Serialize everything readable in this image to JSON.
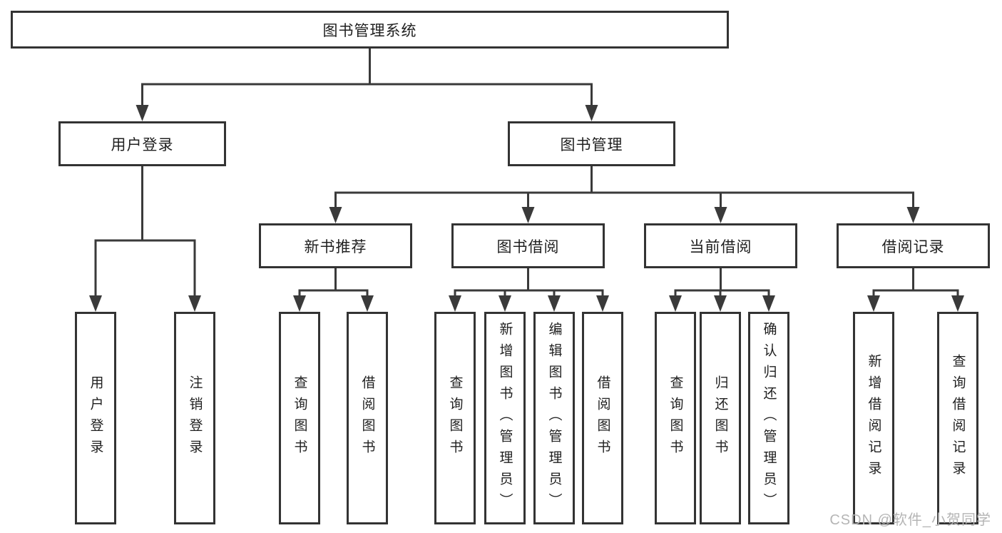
{
  "nodes": {
    "root": "图书管理系统",
    "user_login": "用户登录",
    "book_mgmt": "图书管理",
    "new_book": "新书推荐",
    "book_borrow": "图书借阅",
    "current_borrow": "当前借阅",
    "borrow_record": "借阅记录",
    "leaf_user_login": "用户登录",
    "leaf_logout": "注销登录",
    "leaf_nb_query": "查询图书",
    "leaf_nb_borrow": "借阅图书",
    "leaf_bb_query": "查询图书",
    "leaf_bb_add": "新增图书（管理员）",
    "leaf_bb_edit": "编辑图书（管理员）",
    "leaf_bb_borrow": "借阅图书",
    "leaf_cb_query": "查询图书",
    "leaf_cb_return": "归还图书",
    "leaf_cb_confirm": "确认归还（管理员）",
    "leaf_rec_add": "新增借阅记录",
    "leaf_rec_query": "查询借阅记录"
  },
  "watermark": "CSDN @软件_小贺同学",
  "colors": {
    "line": "#3a3a3a",
    "border": "#333333",
    "text": "#1f1f1f",
    "watermark": "#b5b5b5",
    "background": "#ffffff"
  }
}
